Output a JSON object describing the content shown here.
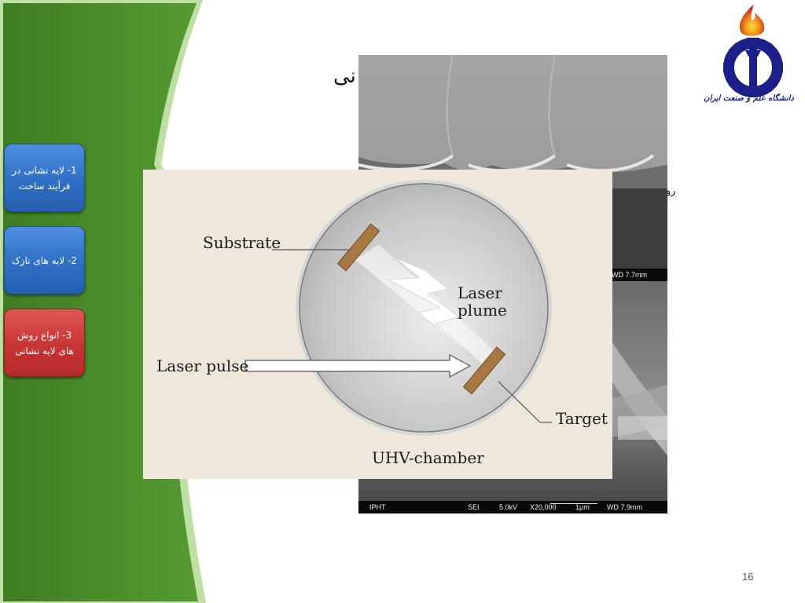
{
  "nav": {
    "item1": "1- لایه نشانی در فرآیند ساخت",
    "item2": "2- لایه های نازک",
    "item3": "3- انواع روش های لایه نشانی"
  },
  "title_fragment": "نی",
  "body_fragment": "رو",
  "logo": {
    "caption": "دانشگاه علم و صنعت ایران"
  },
  "sem": {
    "top_bar": {
      "wd": "WD 7.7mm"
    },
    "bottom_bar": {
      "lab": "IPHT",
      "detector": "SEI",
      "voltage": "5.0kV",
      "magnification": "X20,000",
      "scale": "1μm",
      "wd": "WD 7.9mm"
    }
  },
  "diagram": {
    "substrate": "Substrate",
    "laser_plume": "Laser plume",
    "laser_pulse": "Laser pulse",
    "target": "Target",
    "chamber": "UHV-chamber"
  },
  "page_number": "16",
  "colors": {
    "nav_blue": "#3573c9",
    "nav_red": "#c83434",
    "sidebar_green": "#4d8d2f",
    "chamber_gray": "#c9c9c9",
    "plate_brown": "#a87843"
  }
}
